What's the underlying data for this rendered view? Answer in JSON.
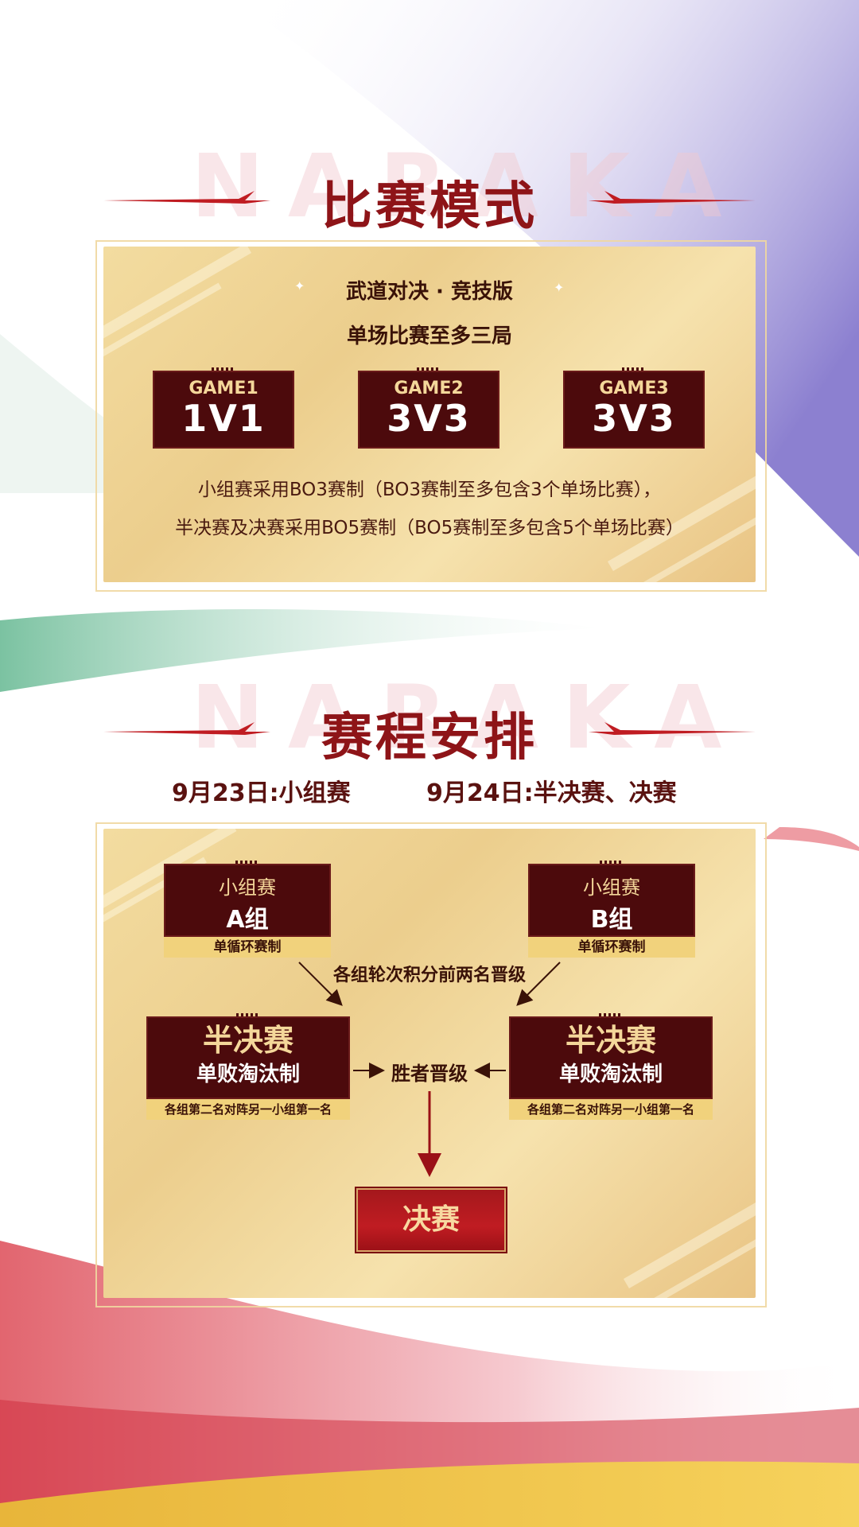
{
  "watermark": "NARAKA",
  "mode_section": {
    "title": "比赛模式",
    "subtitle": "武道对决 · 竞技版",
    "subtitle2": "单场比赛至多三局",
    "games": [
      {
        "label": "GAME1",
        "format": "1V1"
      },
      {
        "label": "GAME2",
        "format": "3V3"
      },
      {
        "label": "GAME3",
        "format": "3V3"
      }
    ],
    "note1": "小组赛采用BO3赛制（BO3赛制至多包含3个单场比赛），",
    "note2": "半决赛及决赛采用BO5赛制（BO5赛制至多包含5个单场比赛）"
  },
  "schedule_section": {
    "title": "赛程安排",
    "date1": "9月23日:小组赛",
    "date2": "9月24日:半决赛、决赛",
    "group_a": {
      "top": "小组赛",
      "name": "A组",
      "rule": "单循环赛制"
    },
    "group_b": {
      "top": "小组赛",
      "name": "B组",
      "rule": "单循环赛制"
    },
    "advance_text": "各组轮次积分前两名晋级",
    "semi_left": {
      "title": "半决赛",
      "sub": "单败淘汰制",
      "rule": "各组第二名对阵另一小组第一名"
    },
    "semi_right": {
      "title": "半决赛",
      "sub": "单败淘汰制",
      "rule": "各组第二名对阵另一小组第一名"
    },
    "winner_text": "胜者晋级",
    "final": "决赛"
  },
  "colors": {
    "accent": "#8e1418",
    "dark_box": "#4c0a0c",
    "gold": "#f1d27c"
  }
}
